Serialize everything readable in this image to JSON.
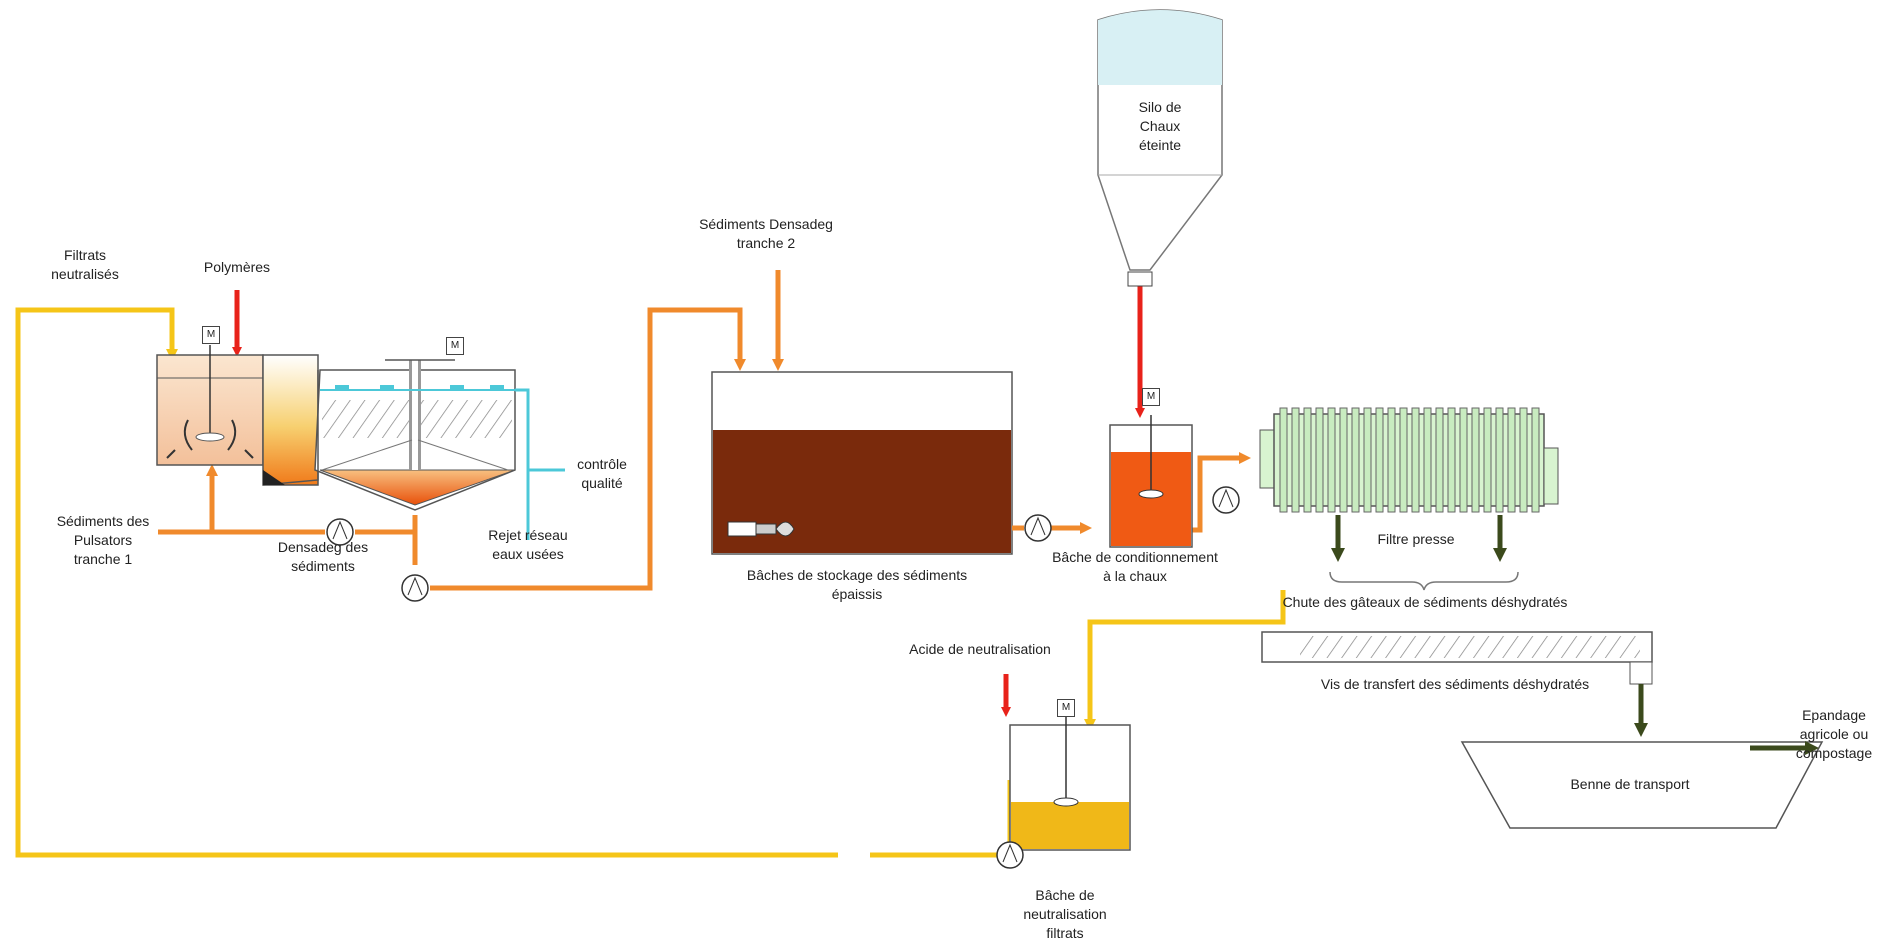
{
  "labels": {
    "filtrats_neutralises": "Filtrats\nneutralisés",
    "polymeres": "Polymères",
    "sediments_pulsators": "Sédiments des\nPulsators\ntranche 1",
    "densadeg_sediments": "Densadeg des\nsédiments",
    "controle_qualite": "contrôle\nqualité",
    "rejet_reseau": "Rejet réseau\neaux usées",
    "sediments_densadeg_t2": "Sédiments Densadeg\ntranche 2",
    "baches_stockage": "Bâches de stockage des sédiments\népaissis",
    "silo_chaux": "Silo de\nChaux\néteinte",
    "bache_conditionnement": "Bâche de conditionnement\nà la chaux",
    "filtre_presse": "Filtre presse",
    "chute_gateaux": "Chute des gâteaux de sédiments déshydratés",
    "vis_transfert": "Vis de transfert des sédiments déshydratés",
    "acide_neutralisation": "Acide de neutralisation",
    "bache_neutralisation": "Bâche de\nneutralisation\nfiltrats",
    "benne_transport": "Benne de transport",
    "epandage": "Epandage\nagricole ou\ncompostage"
  },
  "motor_label": "M",
  "colors": {
    "filtrate_line": "#f5c518",
    "sludge_line": "#f08a2c",
    "reagent_arrow": "#e8221a",
    "cake_arrow": "#3b4a1c",
    "quality_line": "#4cc8d8",
    "sediment_fill": "#7a2a0c",
    "lime_tank_fill": "#f05a14",
    "neutral_tank_fill": "#f0b818",
    "silo_fill": "#d8f0f4",
    "press_fill": "#d8f4d0"
  }
}
